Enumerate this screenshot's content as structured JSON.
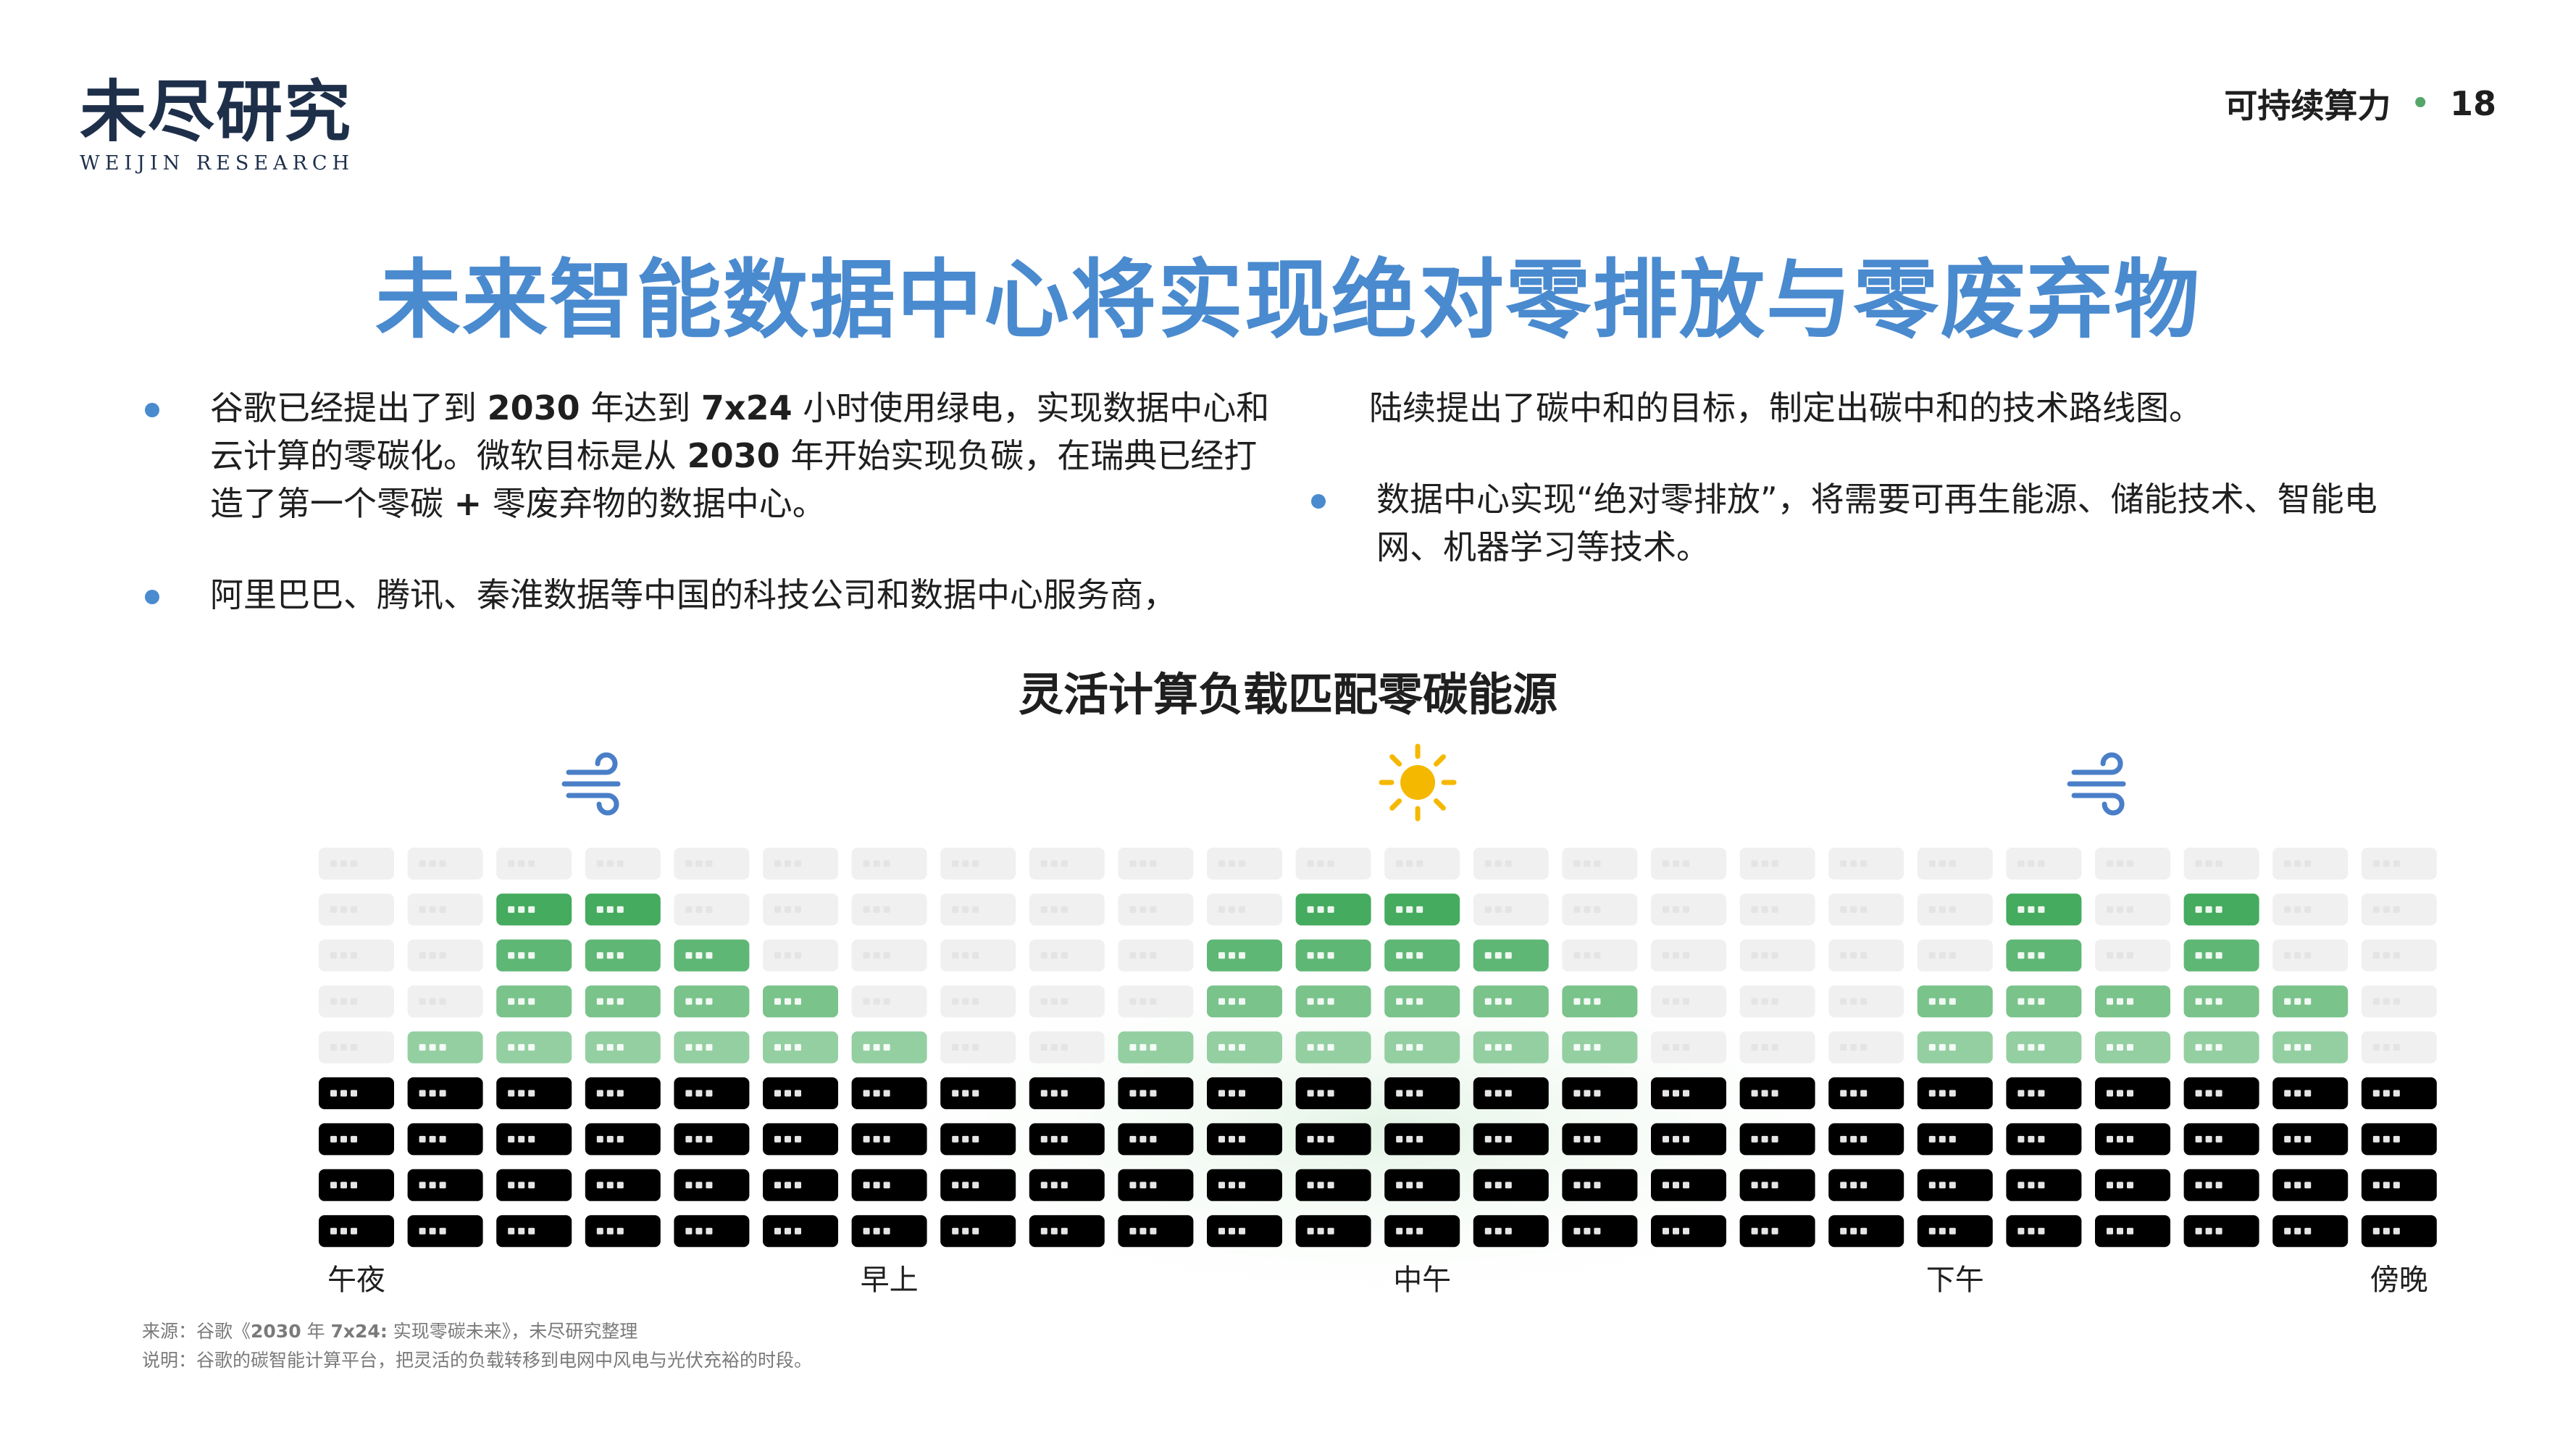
{
  "header": {
    "logo_cn": "未尽研究",
    "logo_en": "WEIJIN RESEARCH",
    "section": "可持续算力",
    "page_number": "18"
  },
  "title": "未来智能数据中心将实现绝对零排放与零废弃物",
  "bullets_left": [
    {
      "segments": [
        {
          "t": "谷歌已经提出了到 "
        },
        {
          "t": "2030",
          "b": true
        },
        {
          "t": " 年达到 "
        },
        {
          "t": "7x24",
          "b": true
        },
        {
          "t": " 小时使用绿电，实现数据中心和云计算的零碳化。微软目标是从 "
        },
        {
          "t": "2030",
          "b": true
        },
        {
          "t": " 年开始实现负碳，在瑞典已经打造了第一个零碳 "
        },
        {
          "t": "+",
          "b": true
        },
        {
          "t": " 零废弃物的数据中心。"
        }
      ]
    },
    {
      "segments": [
        {
          "t": "阿里巴巴、腾讯、秦淮数据等中国的科技公司和数据中心服务商，"
        }
      ]
    }
  ],
  "right_continuation": "陆续提出了碳中和的目标，制定出碳中和的技术路线图。",
  "bullets_right": [
    {
      "segments": [
        {
          "t": "数据中心实现“绝对零排放”，将需要可再生能源、储能技术、智能电网、机器学习等技术。"
        }
      ]
    }
  ],
  "chart_data": {
    "type": "heatmap",
    "title": "灵活计算负载匹配零碳能源",
    "columns": 24,
    "rows": 9,
    "x_tick_labels": [
      {
        "label": "午夜",
        "column": 0
      },
      {
        "label": "早上",
        "column": 6
      },
      {
        "label": "中午",
        "column": 12
      },
      {
        "label": "下午",
        "column": 18
      },
      {
        "label": "傍晚",
        "column": 23
      }
    ],
    "column_heights": [
      4,
      5,
      8,
      8,
      7,
      6,
      5,
      4,
      4,
      5,
      7,
      8,
      8,
      7,
      6,
      4,
      4,
      4,
      6,
      8,
      6,
      8,
      6,
      4
    ],
    "renewable_source_icons": [
      {
        "name": "wind-icon",
        "column": 2.7
      },
      {
        "name": "sun-icon",
        "column": 11.95
      },
      {
        "name": "wind-icon",
        "column": 19.65
      }
    ],
    "colors": {
      "empty": "#f0f0f0",
      "carbon_free": "#3aa655",
      "grid_night": "#8c8c8c",
      "grid_evening": "#b89dc2",
      "solar_glow": "#e0f2e2",
      "icon_wind": "#4a7fc8",
      "icon_sun": "#f5b800"
    }
  },
  "source": {
    "line1": {
      "segments": [
        {
          "t": "来源：谷歌《"
        },
        {
          "t": "2030",
          "b": true
        },
        {
          "t": " 年 "
        },
        {
          "t": "7x24:",
          "b": true
        },
        {
          "t": " 实现零碳未来》，未尽研究整理"
        }
      ]
    },
    "line2": "说明：谷歌的碳智能计算平台，把灵活的负载转移到电网中风电与光伏充裕的时段。"
  }
}
